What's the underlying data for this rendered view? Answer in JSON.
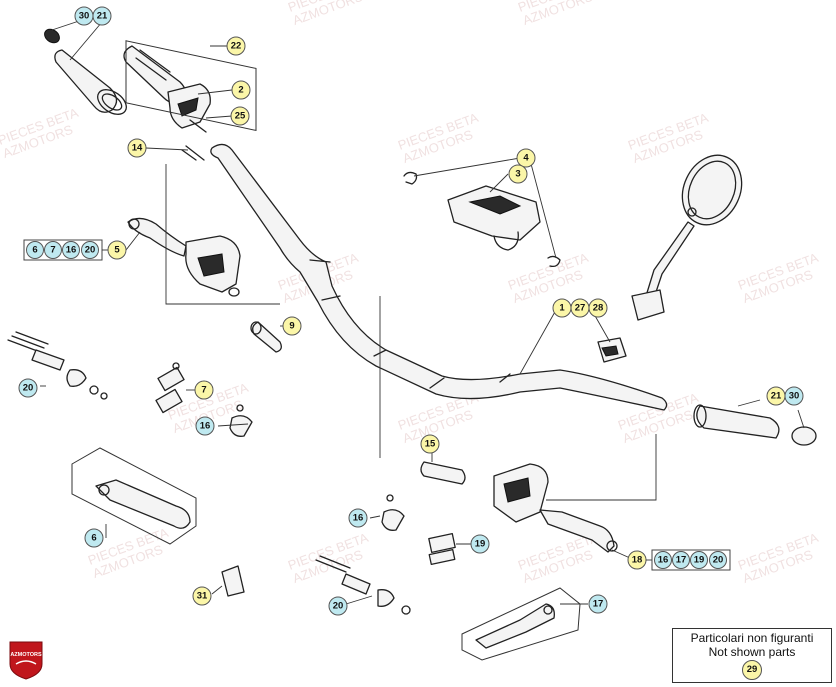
{
  "legend": {
    "line1": "Particolari non figuranti",
    "line2": "Not shown parts",
    "number": "29"
  },
  "watermark": {
    "line1": "PIECES BETA",
    "line2": "AZMOTORS"
  },
  "logo_text": "AZMOTORS",
  "colors": {
    "callout_standard": "#fbf6a8",
    "callout_group": "#bfe9f0",
    "logo_red": "#c0161c"
  },
  "callouts": [
    {
      "id": "c30",
      "label": "30",
      "style": "cyan"
    },
    {
      "id": "c21a",
      "label": "21",
      "style": "cyan"
    },
    {
      "id": "c22",
      "label": "22",
      "style": "yellow"
    },
    {
      "id": "c2",
      "label": "2",
      "style": "yellow"
    },
    {
      "id": "c25",
      "label": "25",
      "style": "yellow"
    },
    {
      "id": "c14",
      "label": "14",
      "style": "yellow"
    },
    {
      "id": "c4",
      "label": "4",
      "style": "yellow"
    },
    {
      "id": "c3",
      "label": "3",
      "style": "yellow"
    },
    {
      "id": "c5",
      "label": "5",
      "style": "yellow"
    },
    {
      "id": "c9",
      "label": "9",
      "style": "yellow"
    },
    {
      "id": "c1",
      "label": "1",
      "style": "yellow"
    },
    {
      "id": "c27",
      "label": "27",
      "style": "yellow"
    },
    {
      "id": "c28",
      "label": "28",
      "style": "yellow"
    },
    {
      "id": "c20a",
      "label": "20",
      "style": "cyan"
    },
    {
      "id": "c7a",
      "label": "7",
      "style": "yellow"
    },
    {
      "id": "c16a",
      "label": "16",
      "style": "cyan"
    },
    {
      "id": "c21b",
      "label": "21",
      "style": "yellow"
    },
    {
      "id": "c30b",
      "label": "30",
      "style": "cyan"
    },
    {
      "id": "c15",
      "label": "15",
      "style": "yellow"
    },
    {
      "id": "c6",
      "label": "6",
      "style": "cyan"
    },
    {
      "id": "c16b",
      "label": "16",
      "style": "cyan"
    },
    {
      "id": "c19",
      "label": "19",
      "style": "cyan"
    },
    {
      "id": "c18",
      "label": "18",
      "style": "yellow"
    },
    {
      "id": "c31",
      "label": "31",
      "style": "yellow"
    },
    {
      "id": "c20b",
      "label": "20",
      "style": "cyan"
    },
    {
      "id": "c17",
      "label": "17",
      "style": "cyan"
    }
  ],
  "groups": [
    {
      "id": "g5",
      "items": [
        "6",
        "7",
        "16",
        "20"
      ]
    },
    {
      "id": "g18",
      "items": [
        "16",
        "17",
        "19",
        "20"
      ]
    }
  ]
}
